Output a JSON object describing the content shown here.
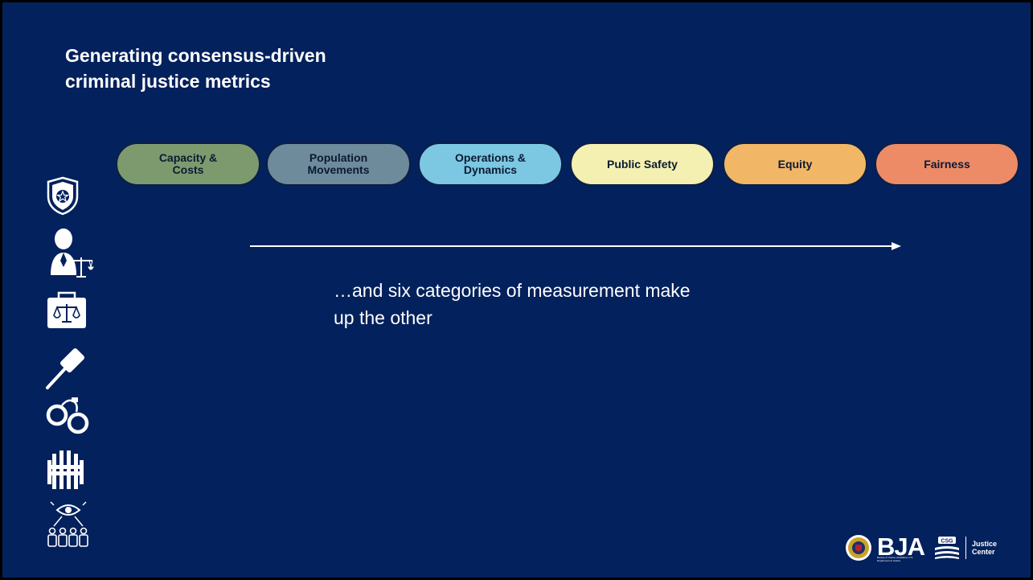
{
  "slide": {
    "title_line1": "Generating consensus-driven",
    "title_line2": "criminal justice metrics",
    "body_text": "…and six categories of measurement make\nup the other",
    "background_color": "#03215c"
  },
  "categories": [
    {
      "label": "Capacity &\nCosts",
      "color": "#7d9a6e"
    },
    {
      "label": "Population\nMovements",
      "color": "#6e8b9c"
    },
    {
      "label": "Operations &\nDynamics",
      "color": "#7cc8e2"
    },
    {
      "label": "Public Safety",
      "color": "#f4f0b1"
    },
    {
      "label": "Equity",
      "color": "#f2b766"
    },
    {
      "label": "Fairness",
      "color": "#ed8b66"
    }
  ],
  "icons": [
    {
      "name": "police-badge-icon"
    },
    {
      "name": "attorney-scales-icon"
    },
    {
      "name": "legal-briefcase-icon"
    },
    {
      "name": "gavel-icon"
    },
    {
      "name": "handcuffs-icon"
    },
    {
      "name": "prison-bars-icon"
    },
    {
      "name": "community-watch-icon"
    }
  ],
  "logos": {
    "bja": "BJA",
    "bja_subtitle": "Bureau of Justice Assistance U.S. Department of Justice",
    "csg": "CSG",
    "justice_center_line1": "Justice",
    "justice_center_line2": "Center"
  }
}
